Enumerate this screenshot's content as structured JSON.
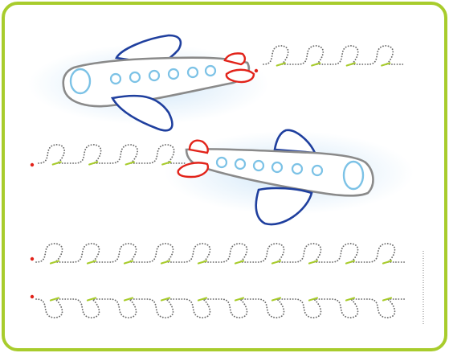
{
  "worksheet": {
    "kind": "loop tracing practice",
    "colors": {
      "frame_border": "#a8cc2c",
      "frame_fill": "#ffffff",
      "trace_dots": "#6b6b6b",
      "guide_dash": "#a8cc2c",
      "start_dot": "#e2231a",
      "plane_outline": "#8a8a8a",
      "wing_blue": "#1f3f9e",
      "window_blue": "#7cc2e6",
      "tail_red": "#e2231a",
      "cloud_glow": "#d7ecfa"
    },
    "planes": [
      {
        "name": "plane-top-left",
        "facing": "left",
        "windows": 6
      },
      {
        "name": "plane-middle-right",
        "facing": "right",
        "windows": 6
      }
    ],
    "trace_rows": [
      {
        "name": "row-1-exhaust",
        "loops": 4
      },
      {
        "name": "row-2-exhaust",
        "loops": 4
      },
      {
        "name": "row-3",
        "loops": 10
      },
      {
        "name": "row-4",
        "loops": 10
      }
    ]
  }
}
